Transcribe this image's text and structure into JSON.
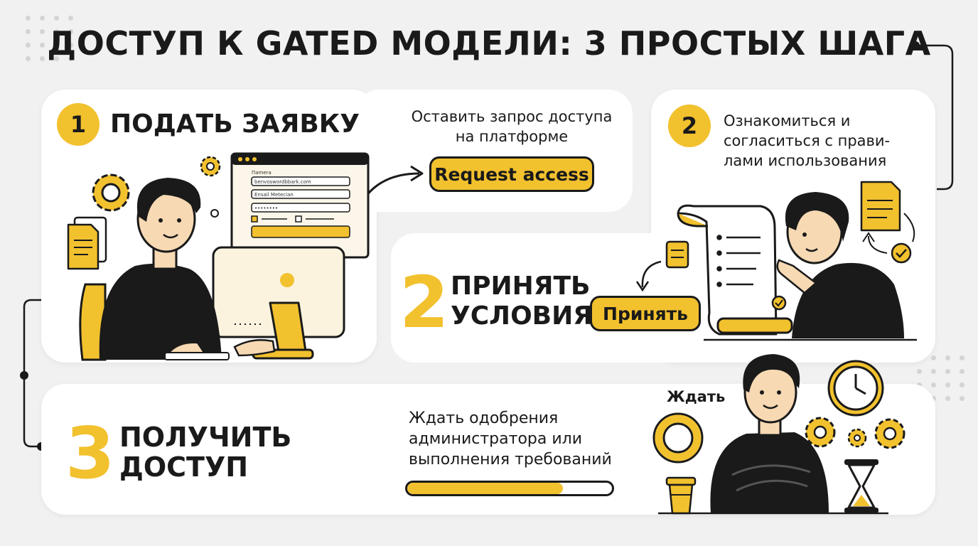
{
  "title": "ДОСТУП К GATED МОДЕЛИ: 3 ПРОСТЫХ ШАГА",
  "step1": {
    "number": "1",
    "heading": "ПОДАТЬ ЗАЯВКУ",
    "desc_lines": [
      "Оставить запрос доступа",
      "на платформе"
    ],
    "button": "Request access",
    "form": {
      "label": "Пamera",
      "field1": "benvoswordbbark.com",
      "field2": "Ensail Metecian",
      "field3": "••••••••"
    }
  },
  "step2": {
    "number": "2",
    "desc_lines": [
      "Ознакомиться и",
      "согласиться с прави-",
      "лами использования"
    ],
    "big_number": "2",
    "heading_lines": [
      "ПРИНЯТЬ",
      "УСЛОВИЯ"
    ],
    "button": "Принять"
  },
  "step3": {
    "big_number": "3",
    "heading_lines": [
      "ПОЛУЧИТЬ",
      "ДОСТУП"
    ],
    "desc_lines": [
      "Ждать одобрения",
      "администратора или",
      "выполнения требований"
    ],
    "wait_label": "Ждать",
    "progress": 0.76
  },
  "colors": {
    "accent": "#f2c12e",
    "ink": "#1a1a1a",
    "card": "#ffffff",
    "background": "#f1f1f1"
  }
}
